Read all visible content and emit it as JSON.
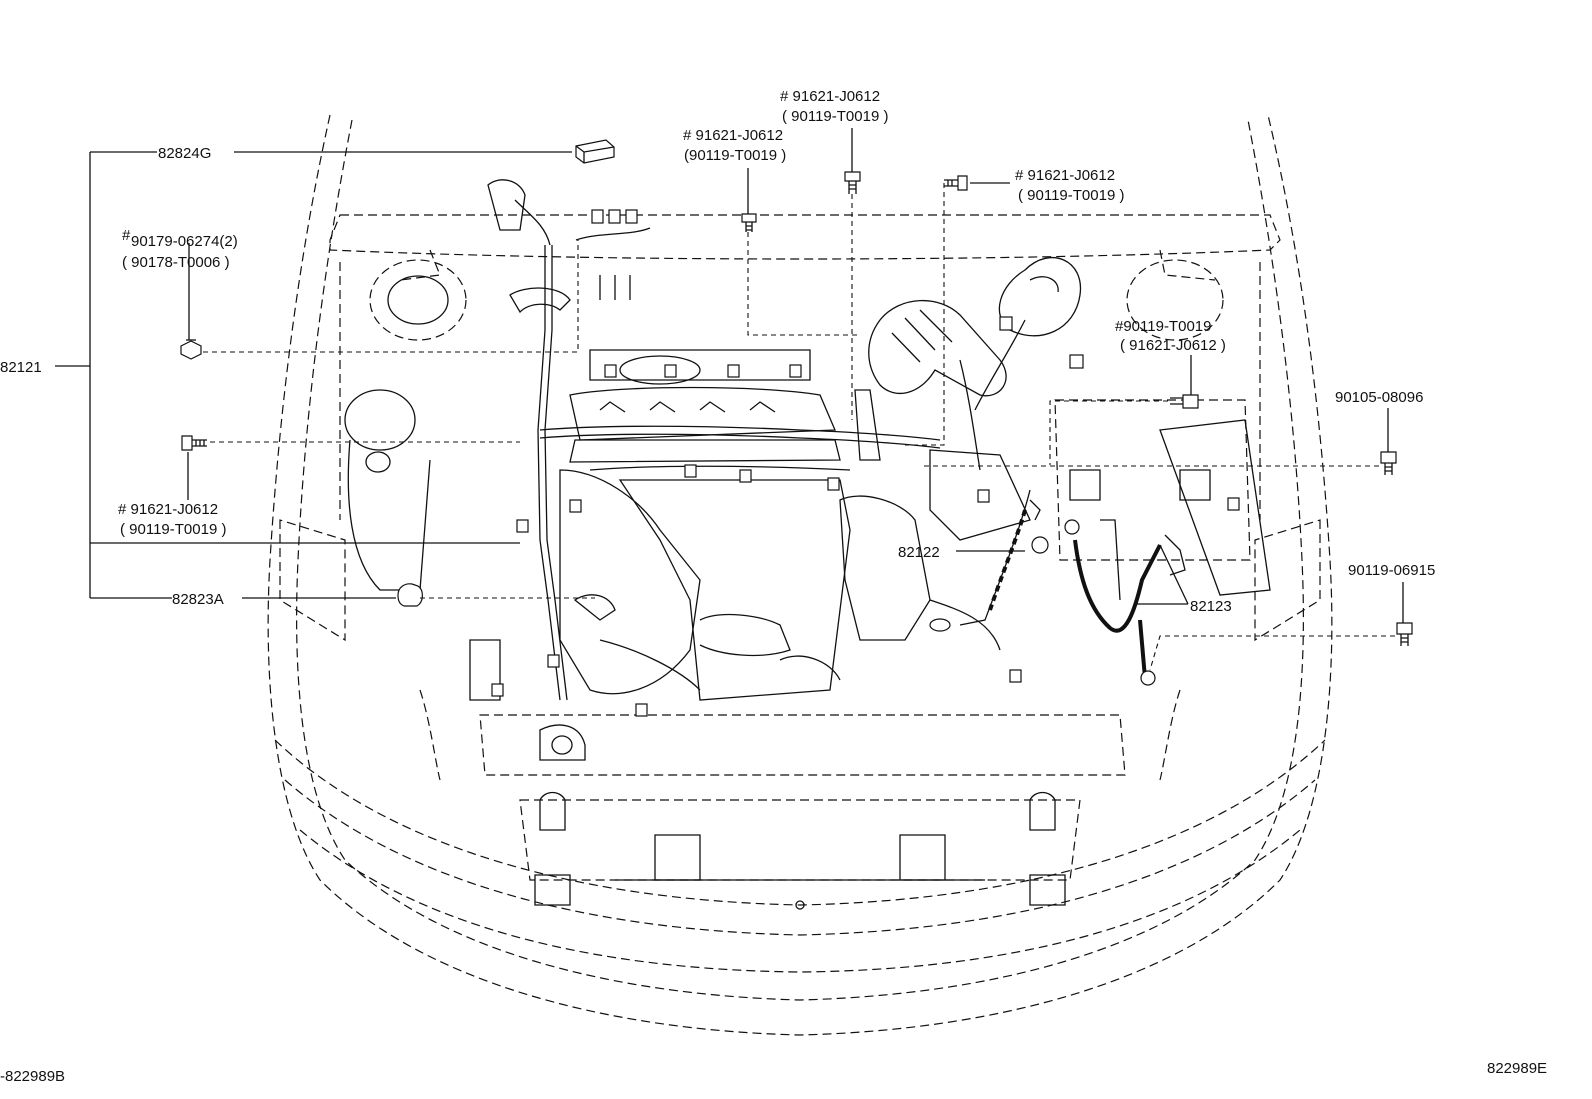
{
  "diagram": {
    "labels": {
      "l_82824g": "82824G",
      "l_82121": "82121",
      "l_82823a": "82823A",
      "l_82122": "82122",
      "l_82123": "82123",
      "l_90105": "90105-08096",
      "l_90119_06915": "90119-06915",
      "l_90179_hash": "#",
      "l_90179": "90179-06274(2)",
      "l_90178": "( 90178-T0006   )",
      "l_tl_a": "# 91621-J0612",
      "l_tl_b": "(90119-T0019   )",
      "l_tc_a": "# 91621-J0612",
      "l_tc_b": "( 90119-T0019   )",
      "l_tr_a": "# 91621-J0612",
      "l_tr_b": "( 90119-T0019   )",
      "l_r_a": "#90119-T0019",
      "l_r_b": "( 91621-J0612   )",
      "l_l_a": "#  91621-J0612",
      "l_l_b": "( 90119-T0019   )",
      "code_left": "-822989B",
      "code_right": "822989E"
    }
  }
}
